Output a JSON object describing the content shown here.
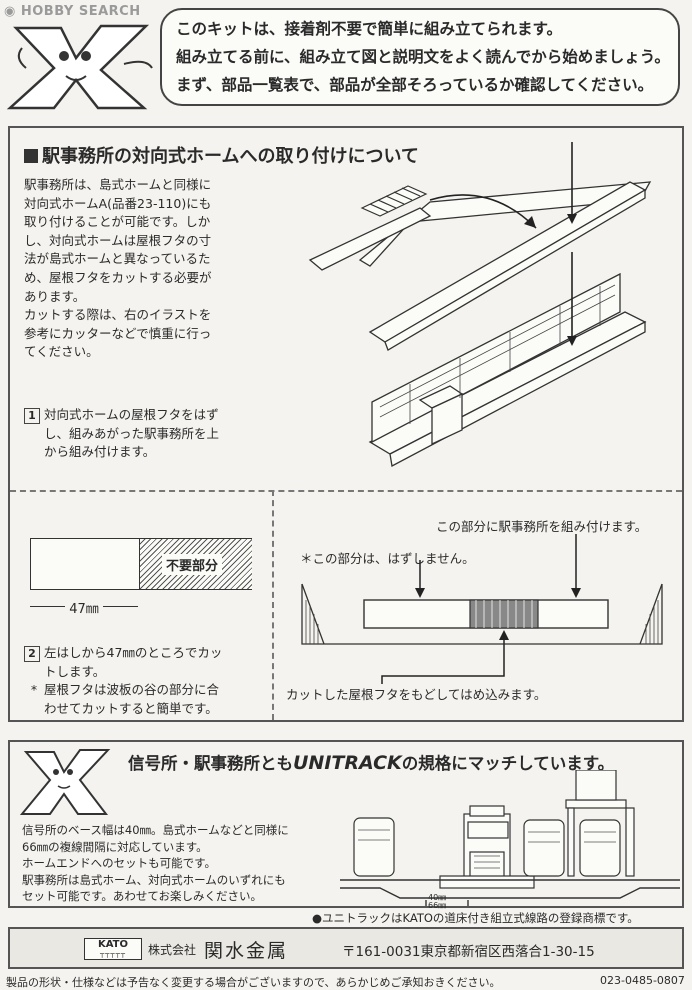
{
  "watermark": "HOBBY SEARCH",
  "header": {
    "line1": "このキットは、接着剤不要で簡単に組み立てられます。",
    "line2": "組み立てる前に、組み立て図と説明文をよく読んでから始めましょう。",
    "line3": "まず、部品一覧表で、部品が全部そろっているか確認してください。"
  },
  "section1": {
    "title": "駅事務所の対向式ホームへの取り付けについて",
    "paragraph": [
      "駅事務所は、島式ホームと同様に",
      "対向式ホームA(品番23-110)にも",
      "取り付けることが可能です。しか",
      "し、対向式ホームは屋根フタの寸",
      "法が島式ホームと異なっているた",
      "め、屋根フタをカットする必要が",
      "あります。",
      "カットする際は、右のイラストを",
      "参考にカッターなどで慎重に行っ",
      "てください。"
    ],
    "step1_num": "1",
    "step1": [
      "対向式ホームの屋根フタをはず",
      "し、組みあがった駅事務所を上",
      "から組み付けます。"
    ]
  },
  "section2": {
    "unneeded_label": "不要部分",
    "dimension": "47㎜",
    "step2_num": "2",
    "step2": [
      "左はしから47㎜のところでカッ",
      "トします。"
    ],
    "note_mark": "*",
    "note": [
      "屋根フタは波板の谷の部分に合",
      "わせてカットすると簡単です。"
    ],
    "callout_top": "この部分に駅事務所を組み付けます。",
    "callout_keep": "＊この部分は、はずしません。",
    "callout_bottom": "カットした屋根フタをもどしてはめ込みます。"
  },
  "section3": {
    "title_pre": "信号所・駅事務所とも",
    "title_brand": "UNITRACK",
    "title_post": "の規格にマッチしています。",
    "paragraph": [
      "信号所のベース幅は40㎜。島式ホームなどと同様に",
      "66㎜の複線間隔に対応しています。",
      "ホームエンドへのセットも可能です。",
      "駅事務所は島式ホーム、対向式ホームのいずれにも",
      "セット可能です。あわせてお楽しみください。"
    ],
    "dim_40": "40㎜",
    "dim_66": "66㎜"
  },
  "trademark_note": "●ユニトラックはKATOの道床付き組立式線路の登録商標です。",
  "footer": {
    "logo": "KATO",
    "company_prefix": "株式会社",
    "company": "関水金属",
    "address": "〒161-0031東京都新宿区西落合1-30-15"
  },
  "disclaimer": "製品の形状・仕様などは予告なく変更する場合がございますので、あらかじめご承知おきください。",
  "doc_code": "023-0485-0807"
}
